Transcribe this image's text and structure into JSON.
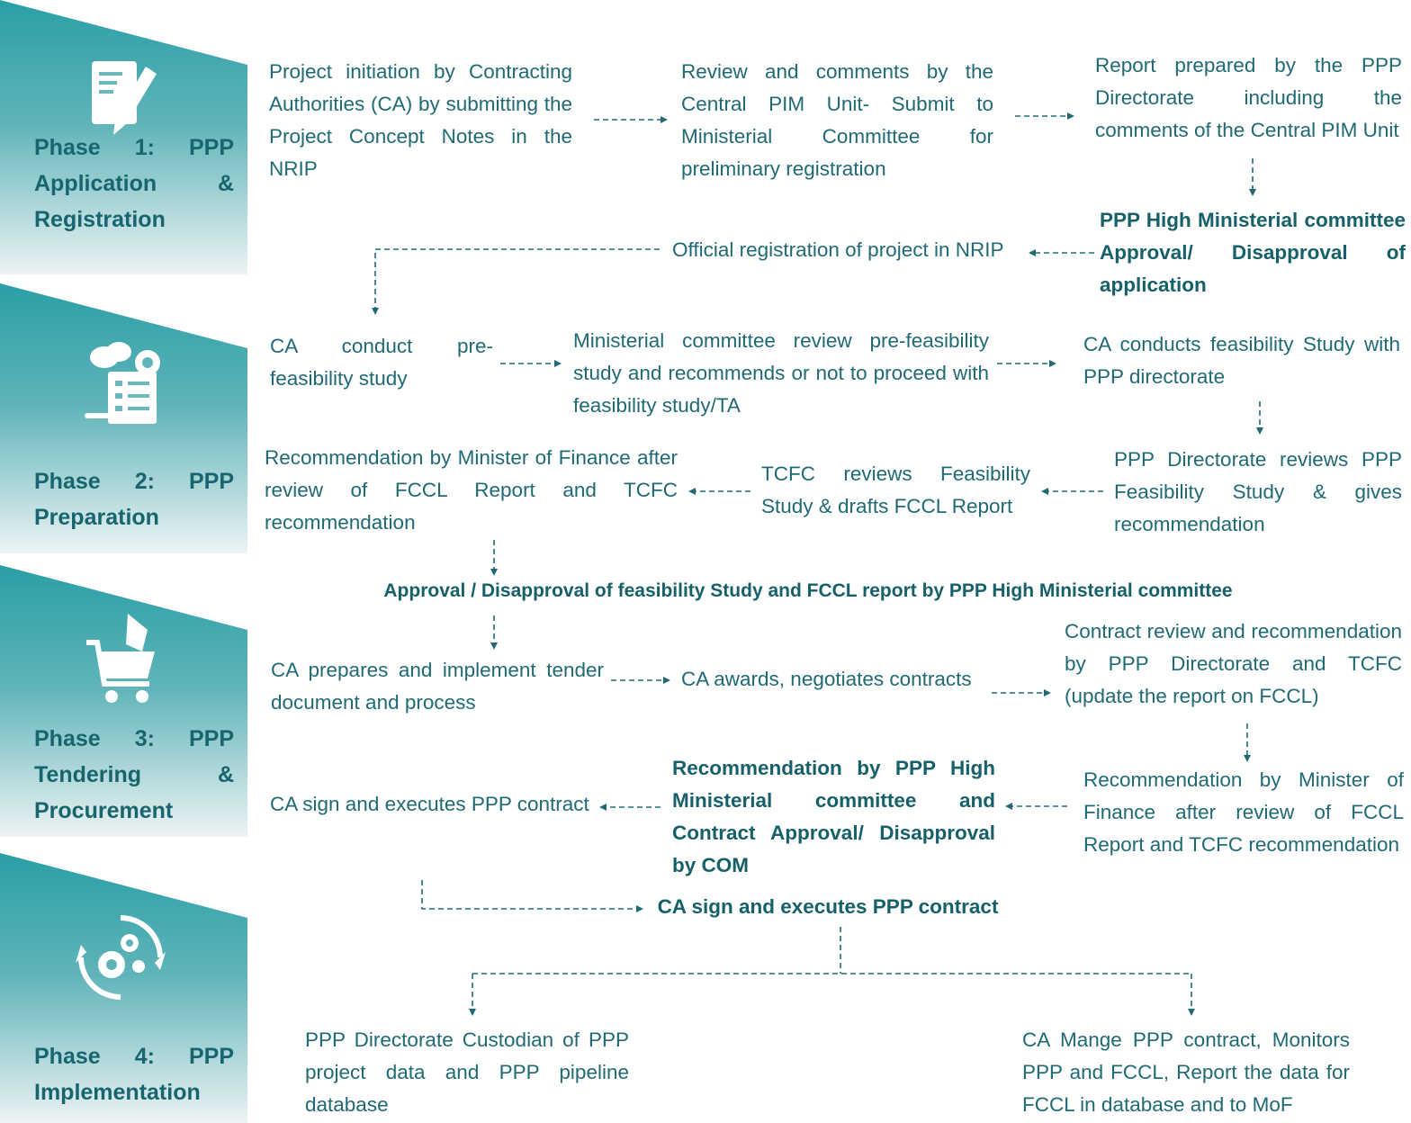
{
  "phases": [
    {
      "label": "Phase 1: PPP Application & Registration",
      "icon": "document-pen-icon"
    },
    {
      "label": "Phase 2: PPP Preparation",
      "icon": "checklist-gear-icon"
    },
    {
      "label": "Phase 3: PPP Tendering & Procurement",
      "icon": "shopping-cart-icon"
    },
    {
      "label": "Phase 4: PPP Implementation",
      "icon": "gears-cycle-icon"
    }
  ],
  "steps": {
    "s1": "Project initiation by Contracting Authorities (CA) by submitting the Project Concept Notes in the NRIP",
    "s2": "Review and comments by the Central PIM Unit- Submit to Ministerial Committee for preliminary registration",
    "s3": "Report prepared by the PPP Directorate including the comments of the Central PIM Unit",
    "s4": "PPP High Ministerial committee Approval/ Disapproval of application",
    "s5": "Official registration of project in NRIP",
    "s6": "CA conduct pre- feasibility study",
    "s7": "Ministerial committee review pre-feasibility study and recommends or not to proceed with feasibility study/TA",
    "s8": "CA conducts feasibility Study with PPP directorate",
    "s9": "PPP Directorate reviews PPP Feasibility Study & gives recommendation",
    "s10": "TCFC reviews Feasibility Study & drafts FCCL Report",
    "s11": "Recommendation by Minister of Finance after review of FCCL Report and TCFC recommendation",
    "s12": "Approval / Disapproval of feasibility Study and FCCL report by PPP High Ministerial committee",
    "s13": "CA prepares and implement tender document and process",
    "s14": "CA awards, negotiates contracts",
    "s15": "Contract review and recommendation by PPP Directorate and TCFC (update the report on FCCL)",
    "s16": "Recommendation by Minister of Finance after review of FCCL Report and TCFC recommendation",
    "s17": "Recommendation by PPP High Ministerial committee and Contract Approval/ Disapproval by COM",
    "s18": "CA sign and executes PPP contract",
    "s19": "CA sign and executes PPP contract",
    "s20": "PPP Directorate Custodian of PPP project data and PPP pipeline database",
    "s21": "CA Mange PPP contract, Monitors PPP and FCCL, Report the data for FCCL in database and to MoF"
  },
  "colors": {
    "panel_top": "#2a9fa6",
    "panel_bottom": "#e9f1f3",
    "text": "#1f6a74"
  }
}
